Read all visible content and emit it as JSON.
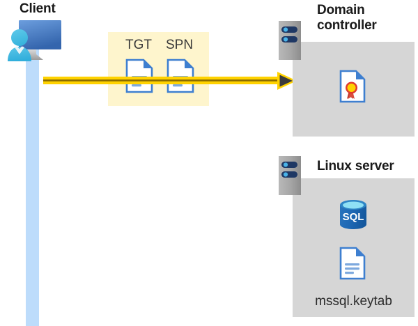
{
  "diagram": {
    "title_client": "Client",
    "title_domain_controller": "Domain controller",
    "title_domain_controller_line1": "Domain",
    "title_domain_controller_line2": "controller",
    "title_linux_server": "Linux server",
    "keytab_file_label": "mssql.keytab",
    "sql_label": "SQL"
  },
  "tokens": {
    "box_background": "#FEF5CD",
    "items": [
      {
        "label": "TGT",
        "icon": "document-icon"
      },
      {
        "label": "SPN",
        "icon": "document-icon"
      }
    ]
  },
  "flow": {
    "arrow_color": "#FFD200",
    "arrow_head_color": "#3B3B3B",
    "direction": "client-to-domain-controller"
  },
  "panels": [
    {
      "name": "domain-controller",
      "background": "#D6D6D6",
      "icons": [
        {
          "name": "certificate-icon",
          "label": ""
        }
      ]
    },
    {
      "name": "linux-server",
      "background": "#D6D6D6",
      "icons": [
        {
          "name": "sql-database-icon",
          "label": "SQL"
        },
        {
          "name": "keytab-document-icon",
          "label": "mssql.keytab"
        }
      ]
    }
  ],
  "colors": {
    "lifeline": "#BDDCFB",
    "panel": "#D6D6D6",
    "token_box": "#FEF5CD",
    "arrow": "#FFD200",
    "doc_blue": "#3E7FD0",
    "sql_blue": "#1E6CB5",
    "server_gray": "#9E9E9E",
    "server_pill": "#1F3864",
    "text": "#1A1A1A"
  }
}
